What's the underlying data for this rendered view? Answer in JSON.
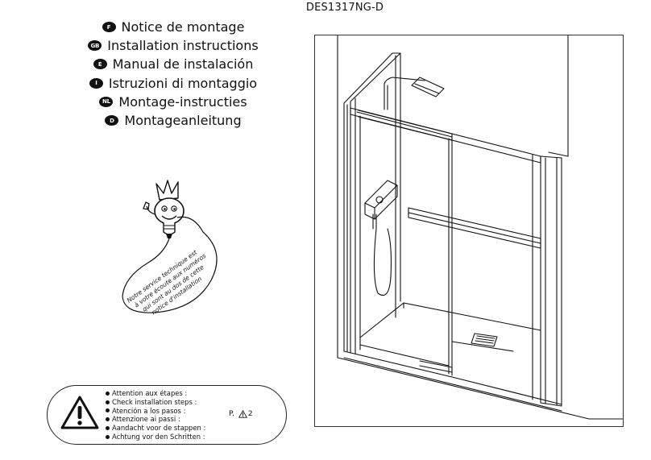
{
  "header": {
    "model_code": "DES1317NG-D"
  },
  "languages": [
    {
      "code": "F",
      "title": "Notice de montage"
    },
    {
      "code": "GB",
      "title": "Installation instructions"
    },
    {
      "code": "E",
      "title": "Manual de instalación"
    },
    {
      "code": "I",
      "title": "Istruzioni di montaggio"
    },
    {
      "code": "NL",
      "title": "Montage-instructies"
    },
    {
      "code": "D",
      "title": "Montageanleitung"
    }
  ],
  "mascot": {
    "icon": "mascot-lightbulb-character",
    "speech_lines": [
      "Notre service technique est",
      "à votre écoute aux numéros",
      "qui sont au dos de cette",
      "notice d'installation"
    ]
  },
  "steps_notice": {
    "icon": "warning-triangle-icon",
    "lines": [
      "Attention aux étapes :",
      "Check installation steps :",
      "Atención a los pasos :",
      "Attenzione ai passi :",
      "Aandacht voor de stappen :",
      "Achtung vor den Schritten :"
    ],
    "page_prefix": "P.",
    "page_number": "2"
  },
  "drawing": {
    "subject": "shower-door-line-drawing"
  }
}
